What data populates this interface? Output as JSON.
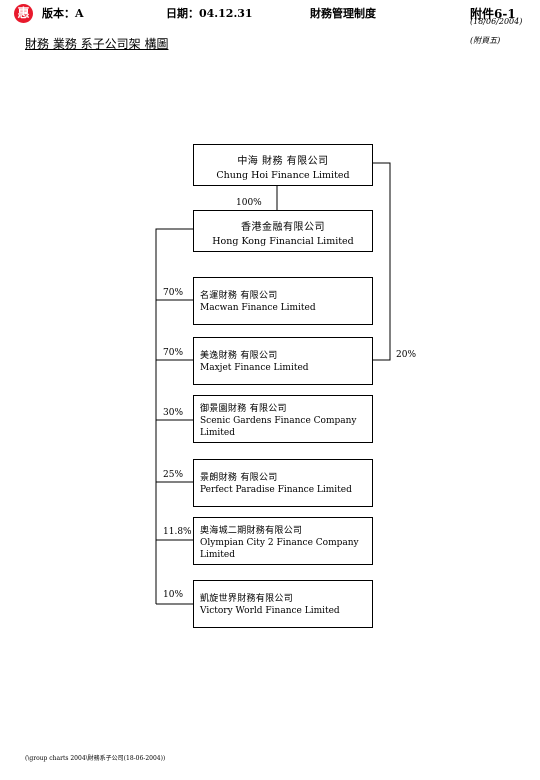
{
  "header": {
    "logo_text": "惠",
    "version": "版本：A",
    "date": "日期：04.12.31",
    "manual_title": "財務管理制度",
    "appendix": "附件6-1",
    "appendix_date": "(18/06/2004)",
    "page_ref": "(附頁五)"
  },
  "title": "財務 業務 系子公司架  構圖",
  "org": {
    "parent": {
      "zh": "中海 財務 有限公司",
      "en": "Chung Hoi Finance Limited"
    },
    "parent_holding_pct": "100%",
    "holding": {
      "zh": "香港金融有限公司",
      "en": "Hong Kong Financial Limited"
    },
    "direct_holding_pct": "20%",
    "subsidiaries": [
      {
        "pct": "70%",
        "zh": "名運財務 有限公司",
        "en": "Macwan Finance Limited"
      },
      {
        "pct": "70%",
        "zh": "美逸財務 有限公司",
        "en": "Maxjet Finance Limited"
      },
      {
        "pct": "30%",
        "zh": "御景園財務 有限公司",
        "en": "Scenic Gardens Finance Company Limited"
      },
      {
        "pct": "25%",
        "zh": "景朗財務 有限公司",
        "en": "Perfect Paradise Finance Limited"
      },
      {
        "pct": "11.8%",
        "zh": "奧海城二期財務有限公司",
        "en": "Olympian City 2 Finance Company Limited"
      },
      {
        "pct": "10%",
        "zh": "凱旋世界財務有限公司",
        "en": "Victory World Finance Limited"
      }
    ]
  },
  "footer": "(\\group charts 2004\\財務系子公司(18-06-2004))"
}
